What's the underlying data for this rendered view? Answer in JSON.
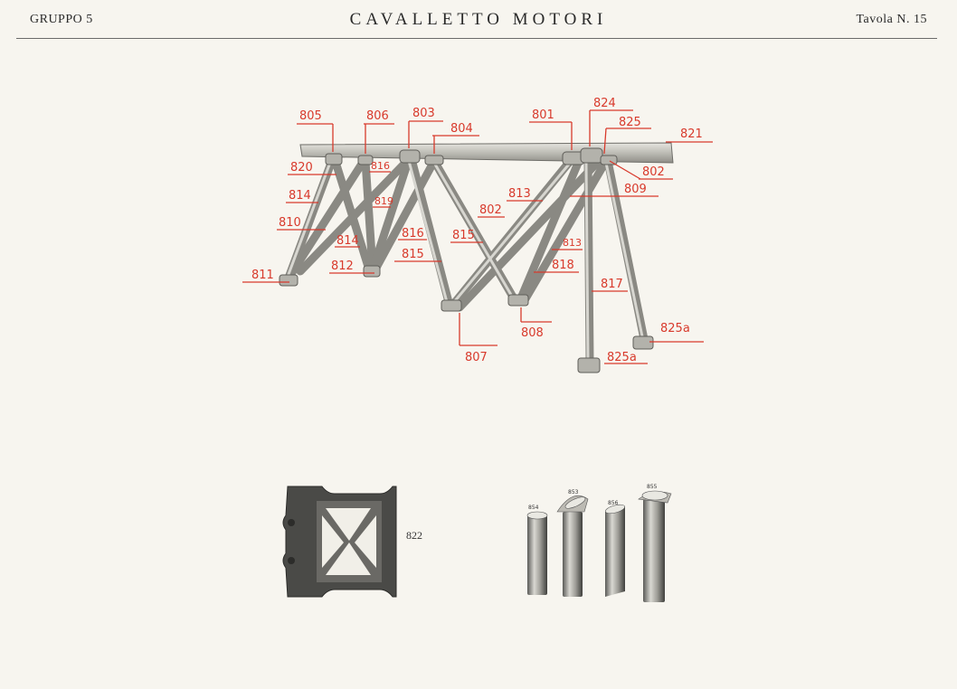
{
  "header": {
    "group": "GRUPPO 5",
    "title": "CAVALLETTO MOTORI",
    "plate": "Tavola N. 15"
  },
  "main_diagram": {
    "callouts": [
      "805",
      "806",
      "803",
      "804",
      "801",
      "824",
      "825",
      "821",
      "820",
      "816",
      "802",
      "814",
      "819",
      "809",
      "813",
      "810",
      "802",
      "816",
      "815",
      "814",
      "813",
      "812",
      "815",
      "818",
      "811",
      "817",
      "808",
      "807",
      "825a",
      "825a"
    ]
  },
  "bracket_figure": {
    "label": "822"
  },
  "tubes_figure": {
    "labels": [
      "854",
      "853",
      "856",
      "855"
    ]
  },
  "colors": {
    "callout": "#d83a2c",
    "metal": "#c9c8c1",
    "ink": "#2a2a2a"
  }
}
